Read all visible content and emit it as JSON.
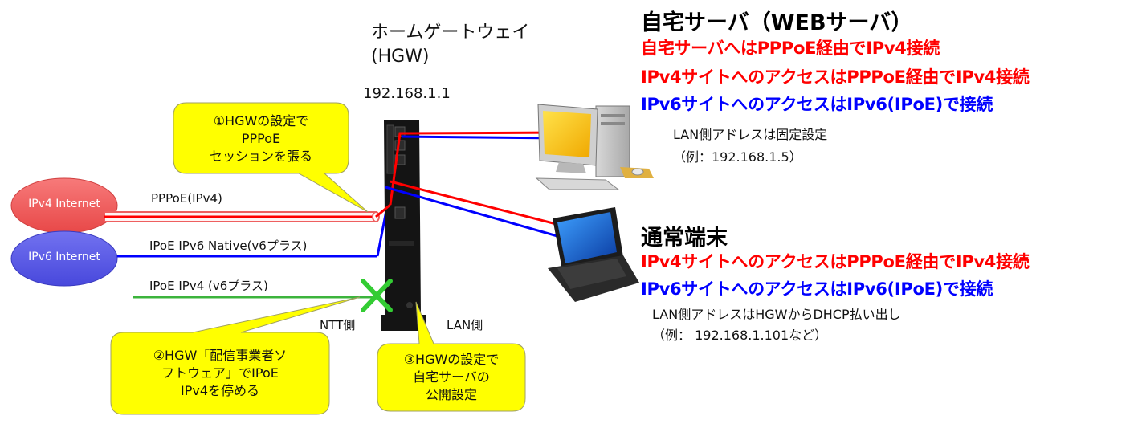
{
  "hgw": {
    "title": "ホームゲートウェイ",
    "abbr": "(HGW)",
    "ip": "192.168.1.1"
  },
  "networks": {
    "ipv4": "IPv4 Internet",
    "ipv6": "IPv6 Internet"
  },
  "lines": {
    "pppoe": "PPPoE(IPv4)",
    "ipoe_v6": "IPoE IPv6 Native(v6プラス)",
    "ipoe_v4": "IPoE IPv4 (v6プラス)"
  },
  "sides": {
    "ntt": "NTT側",
    "lan": "LAN側"
  },
  "callouts": {
    "c1": [
      "①HGWの設定で",
      "PPPoE",
      "セッションを張る"
    ],
    "c2": [
      "②HGW「配信事業者ソ",
      "フトウェア」でIPoE",
      "IPv4を停める"
    ],
    "c3": [
      "③HGWの設定で",
      "自宅サーバの",
      "公開設定"
    ]
  },
  "server": {
    "heading": "自宅サーバ（WEBサーバ）",
    "line1": "自宅サーバへはPPPoE経由でIPv4接続",
    "line2": "IPv4サイトへのアクセスはPPPoE経由でIPv4接続",
    "line3": "IPv6サイトへのアクセスはIPv6(IPoE)で接続",
    "note1": "LAN側アドレスは固定設定",
    "note2": "（例：192.168.1.5）"
  },
  "client": {
    "heading": "通常端末",
    "line1": "IPv4サイトへのアクセスはPPPoE経由でIPv4接続",
    "line2": "IPv6サイトへのアクセスはIPv6(IPoE)で接続",
    "note1": "LAN側アドレスはHGWからDHCP払い出し",
    "note2": "（例： 192.168.1.101など）"
  },
  "colors": {
    "ipv4_oval": "#f05a5a",
    "ipv6_oval": "#5a5ae6",
    "red_text": "#ff0000",
    "blue_text": "#0000ff",
    "callout_fill": "#ffff00",
    "ipoe_v4_line": "#3cb43c"
  },
  "icons": [
    "router-device",
    "desktop-computer-icon",
    "laptop-computer-icon",
    "cross-mark-icon"
  ]
}
